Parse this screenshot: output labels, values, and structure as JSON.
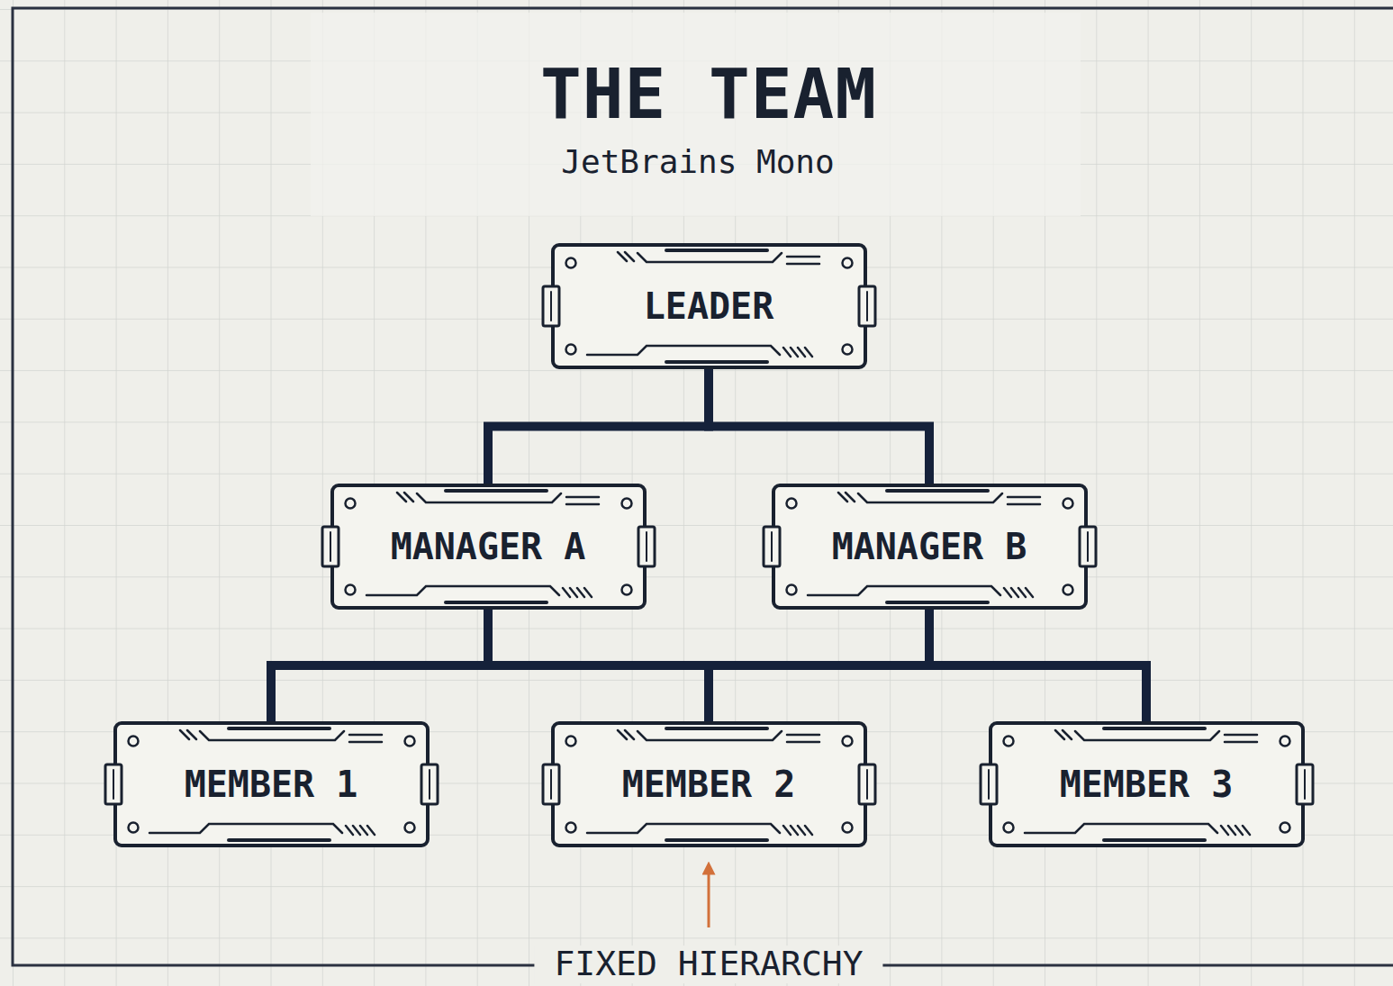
{
  "diagram": {
    "title": "THE TEAM",
    "caption": "FIXED HIERARCHY",
    "nodes": [
      {
        "text": [
          "LEADER"
        ]
      },
      {
        "text": [
          "MANAGER A"
        ]
      },
      {
        "text": [
          "MANAGER B"
        ]
      },
      {
        "text": [
          "MEMBER 1"
        ]
      },
      {
        "text": [
          "MEMBER 2"
        ]
      },
      {
        "text": [
          "MEMBER 3"
        ]
      }
    ],
    "edges": [
      {
        "from": 0,
        "to": 1,
        "arrow": "none"
      },
      {
        "from": 0,
        "to": 2,
        "arrow": "none"
      },
      {
        "from": 1,
        "to": 3,
        "arrow": "none"
      },
      {
        "from": 1,
        "to": 4,
        "arrow": "none"
      },
      {
        "from": 1,
        "to": 5,
        "arrow": "none"
      },
      {
        "from": 2,
        "to": 3,
        "arrow": "none"
      },
      {
        "from": 2,
        "to": 4,
        "arrow": "none"
      },
      {
        "from": 2,
        "to": 5,
        "arrow": "none"
      }
    ],
    "labels": [
      "JetBrains Mono"
    ]
  }
}
